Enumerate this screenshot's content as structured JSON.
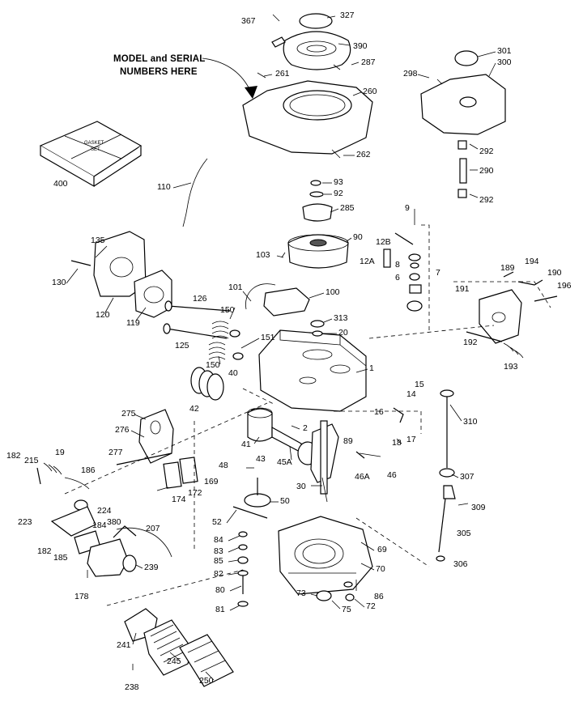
{
  "callout": {
    "line1": "MODEL and SERIAL",
    "line2": "NUMBERS HERE"
  },
  "gasket_box": {
    "line1": "GASKET",
    "line2": "SET"
  },
  "part_labels": {
    "p367": "367",
    "p327": "327",
    "p390": "390",
    "p287": "287",
    "p261": "261",
    "p260": "260",
    "p262": "262",
    "p301": "301",
    "p300": "300",
    "p298": "298",
    "p292a": "292",
    "p290": "290",
    "p292b": "292",
    "p400": "400",
    "p110": "110",
    "p93": "93",
    "p92": "92",
    "p285": "285",
    "p9": "9",
    "p12B": "12B",
    "p90": "90",
    "p103": "103",
    "p12A": "12A",
    "p8": "8",
    "p6": "6",
    "p7": "7",
    "p135": "135",
    "p130": "130",
    "p120": "120",
    "p119": "119",
    "p101": "101",
    "p100": "100",
    "p313": "313",
    "p150a": "150",
    "p126": "126",
    "p20": "20",
    "p151": "151",
    "p125": "125",
    "p150b": "150",
    "p40": "40",
    "p1": "1",
    "p189": "189",
    "p194": "194",
    "p190": "190",
    "p191": "191",
    "p196": "196",
    "p192": "192",
    "p193": "193",
    "p15": "15",
    "p14": "14",
    "p42": "42",
    "p310": "310",
    "p16": "16",
    "p275": "275",
    "p276": "276",
    "p2": "2",
    "p41": "41",
    "p18": "18",
    "p17": "17",
    "p89": "89",
    "p277": "277",
    "p43": "43",
    "p45A": "45A",
    "p46A": "46A",
    "p46": "46",
    "p182a": "182",
    "p215": "215",
    "p19": "19",
    "p186": "186",
    "p48": "48",
    "p169": "169",
    "p172": "172",
    "p174": "174",
    "p30": "30",
    "p307": "307",
    "p224": "224",
    "p50": "50",
    "p309": "309",
    "p52": "52",
    "p223": "223",
    "p184": "184",
    "p380": "380",
    "p207": "207",
    "p84": "84",
    "p305": "305",
    "p182b": "182",
    "p185": "185",
    "p83": "83",
    "p69": "69",
    "p306": "306",
    "p85": "85",
    "p239": "239",
    "p82": "82",
    "p70": "70",
    "p178": "178",
    "p80": "80",
    "p73": "73",
    "p86": "86",
    "p81": "81",
    "p72": "72",
    "p75": "75",
    "p241": "241",
    "p245": "245",
    "p238": "238",
    "p250": "250"
  }
}
